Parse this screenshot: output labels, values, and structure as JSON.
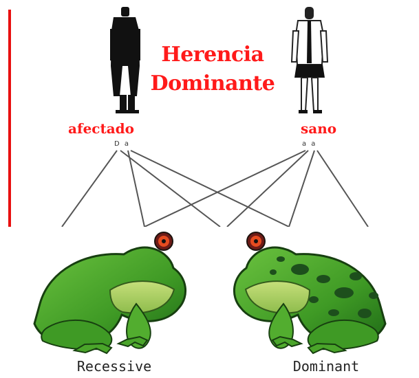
{
  "top_panel": {
    "title_line_1": "Herencia",
    "title_line_2": "Dominante",
    "affected_label": "afectado",
    "healthy_label": "sano",
    "affected_alleles": "D a",
    "healthy_alleles": "a a",
    "title_color": "#ff1a1a",
    "border_color": "#e81010"
  },
  "bottom_panel": {
    "left_frog_label": "Recessive",
    "right_frog_label": "Dominant",
    "frog_color": "#4aa52a",
    "spot_color": "#1d4f1c"
  }
}
